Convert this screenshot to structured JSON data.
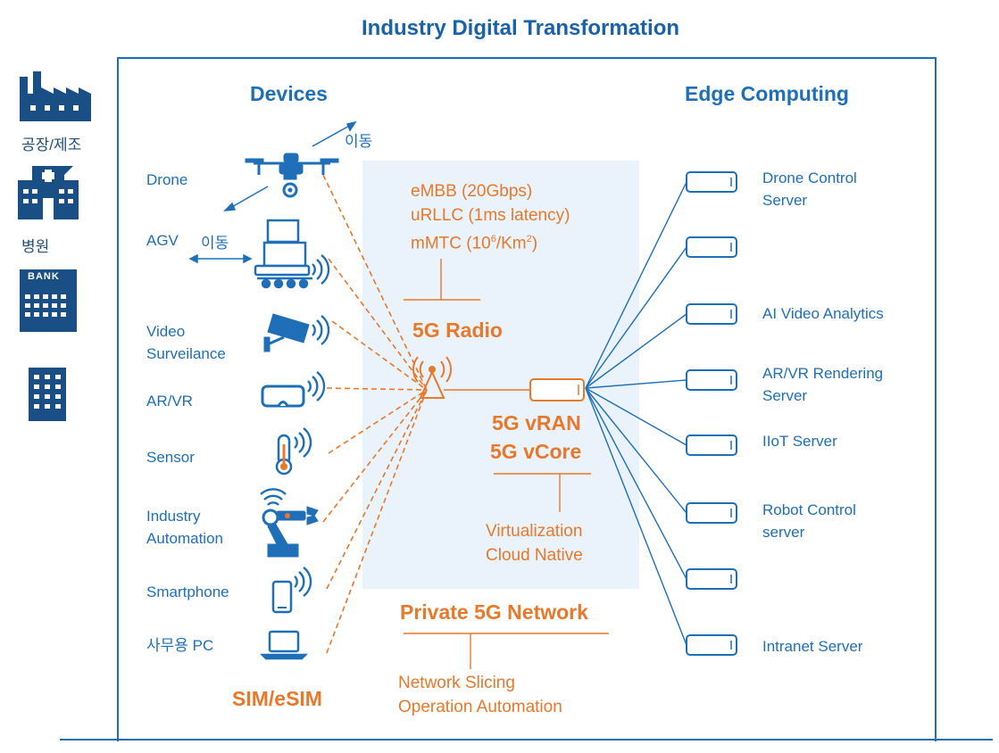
{
  "title": "Industry Digital Transformation",
  "industries": [
    {
      "icon": "factory-icon",
      "label": "공장/제조"
    },
    {
      "icon": "hospital-icon",
      "label": "병원"
    },
    {
      "icon": "bank-icon",
      "label": "",
      "sign": "BANK"
    },
    {
      "icon": "office-building-icon",
      "label": ""
    }
  ],
  "devices": {
    "heading": "Devices",
    "move_label_drone": "이동",
    "move_label_agv": "이동",
    "items": [
      {
        "label": "Drone",
        "icon": "drone-icon"
      },
      {
        "label": "AGV",
        "icon": "agv-icon"
      },
      {
        "label": "Video\nSurveilance",
        "icon": "cctv-camera-icon"
      },
      {
        "label": "AR/VR",
        "icon": "vr-headset-icon"
      },
      {
        "label": "Sensor",
        "icon": "thermometer-sensor-icon"
      },
      {
        "label": "Industry\nAutomation",
        "icon": "robot-arm-icon"
      },
      {
        "label": "Smartphone",
        "icon": "smartphone-icon"
      },
      {
        "label": "사무용 PC",
        "icon": "laptop-icon"
      }
    ],
    "sim_label": "SIM/eSIM"
  },
  "radio": {
    "spec_lines": [
      "eMBB (20Gbps)",
      "uRLLC (1ms latency)",
      "mMTC (10",
      "6",
      "/Km",
      "2",
      ")"
    ],
    "title": "5G Radio"
  },
  "core": {
    "line1": "5G vRAN",
    "line2": "5G vCore",
    "sub1": "Virtualization",
    "sub2": "Cloud Native"
  },
  "network": {
    "title": "Private 5G Network",
    "sub1": "Network Slicing",
    "sub2": "Operation Automation"
  },
  "edge": {
    "heading": "Edge Computing",
    "servers": [
      {
        "label": "Drone Control\nServer"
      },
      {
        "label": ""
      },
      {
        "label": "AI Video Analytics"
      },
      {
        "label": "AR/VR Rendering\nServer"
      },
      {
        "label": "IIoT Server"
      },
      {
        "label": "Robot Control\nserver"
      },
      {
        "label": ""
      },
      {
        "label": "Intranet Server"
      }
    ]
  },
  "colors": {
    "blue": "#1f6fb8",
    "dark_blue": "#1a4f86",
    "orange": "#e8782a",
    "panel": "#eaf3fb"
  }
}
